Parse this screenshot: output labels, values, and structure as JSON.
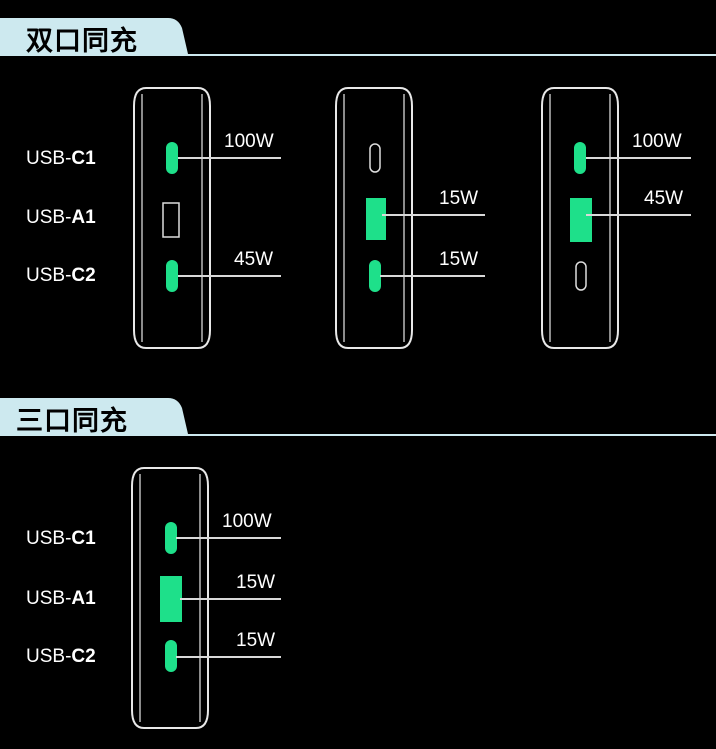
{
  "sections": [
    {
      "title": "双口同充"
    },
    {
      "title": "三口同充"
    }
  ],
  "port_labels": {
    "c1": {
      "prefix": "USB-",
      "suffix": "C1"
    },
    "a1": {
      "prefix": "USB-",
      "suffix": "A1"
    },
    "c2": {
      "prefix": "USB-",
      "suffix": "C2"
    }
  },
  "dual": {
    "config1": {
      "c1": "100W",
      "c2": "45W"
    },
    "config2": {
      "a1": "15W",
      "c2": "15W"
    },
    "config3": {
      "c1": "100W",
      "a1": "45W"
    }
  },
  "triple": {
    "c1": "100W",
    "a1": "15W",
    "c2": "15W"
  },
  "colors": {
    "active": "#1ee08a",
    "header_bg": "#cde9ef",
    "outline": "#e8e8e8"
  }
}
